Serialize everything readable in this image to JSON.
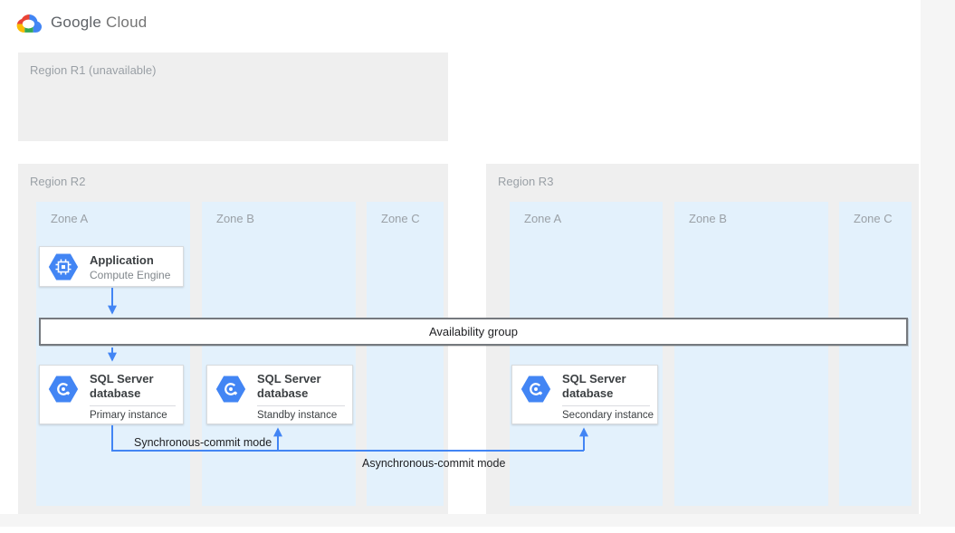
{
  "header": {
    "logo_google": "Google",
    "logo_cloud": "Cloud"
  },
  "regions": [
    {
      "label": "Region R1 (unavailable)",
      "zones": []
    },
    {
      "label": "Region R2",
      "zones": [
        "Zone A",
        "Zone B",
        "Zone C"
      ]
    },
    {
      "label": "Region R3",
      "zones": [
        "Zone A",
        "Zone B",
        "Zone C"
      ]
    }
  ],
  "nodes": {
    "application": {
      "title": "Application",
      "subtitle": "Compute Engine",
      "icon": "compute-engine-icon"
    },
    "availability_group": {
      "label": "Availability group"
    },
    "sql_primary": {
      "title": "SQL Server database",
      "instance": "Primary instance",
      "icon": "sql-server-icon"
    },
    "sql_standby": {
      "title": "SQL Server database",
      "instance": "Standby instance",
      "icon": "sql-server-icon"
    },
    "sql_secondary": {
      "title": "SQL Server database",
      "instance": "Secondary instance",
      "icon": "sql-server-icon"
    }
  },
  "edges": {
    "sync_label": "Synchronous-commit mode",
    "async_label": "Asynchronous-commit mode"
  },
  "colors": {
    "arrow_blue": "#4285F4",
    "icon_blue": "#4285F4",
    "zone_bg": "#E3F1FC",
    "region_bg": "#EFEFEF",
    "label_gray": "#9AA0A6",
    "google_red": "#EA4335",
    "google_yellow": "#FBBC05",
    "google_green": "#34A853",
    "google_blue": "#4285F4"
  }
}
